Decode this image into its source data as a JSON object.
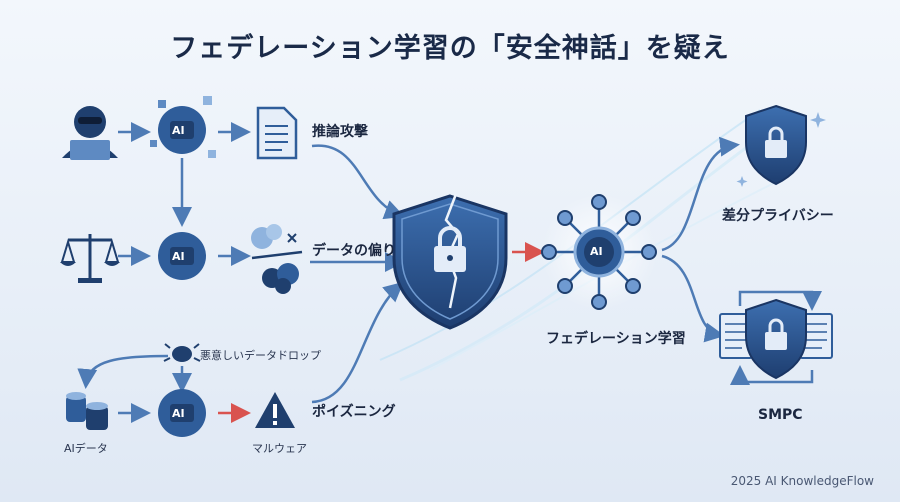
{
  "title": "フェデレーション学習の「安全神話」を疑え",
  "labels": {
    "inference_attack": "推論攻撃",
    "data_bias": "データの偏り",
    "malicious_data_drop": "悪意しいデータドロップ",
    "poisoning": "ポイズニング",
    "ai_data": "AIデータ",
    "malware": "マルウェア",
    "federated_learning": "フェデレーション学習",
    "differential_privacy": "差分プライバシー",
    "smpc": "SMPC"
  },
  "ai_badge": "AI",
  "footer": "2025 AI KnowledgeFlow",
  "colors": {
    "primary": "#2f5d9a",
    "dark": "#1f3f6e",
    "light": "#8fb3de",
    "alert": "#d9534f"
  }
}
